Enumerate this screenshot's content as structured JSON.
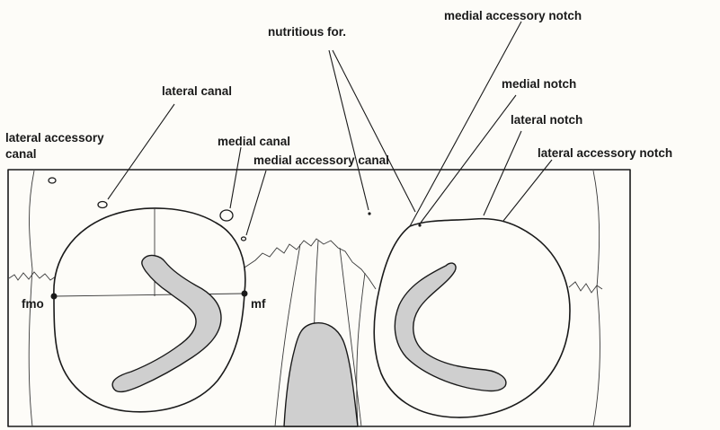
{
  "labels": {
    "lateral_accessory_canal_line1": "lateral accessory",
    "lateral_accessory_canal_line2": "canal",
    "lateral_canal": "lateral canal",
    "medial_canal": "medial canal",
    "medial_accessory_canal": "medial accessory canal",
    "nutritious_foramen": "nutritious for.",
    "medial_accessory_notch": "medial accessory notch",
    "medial_notch": "medial notch",
    "lateral_notch": "lateral notch",
    "lateral_accessory_notch": "lateral accessory notch",
    "fmo": "fmo",
    "mf": "mf"
  }
}
